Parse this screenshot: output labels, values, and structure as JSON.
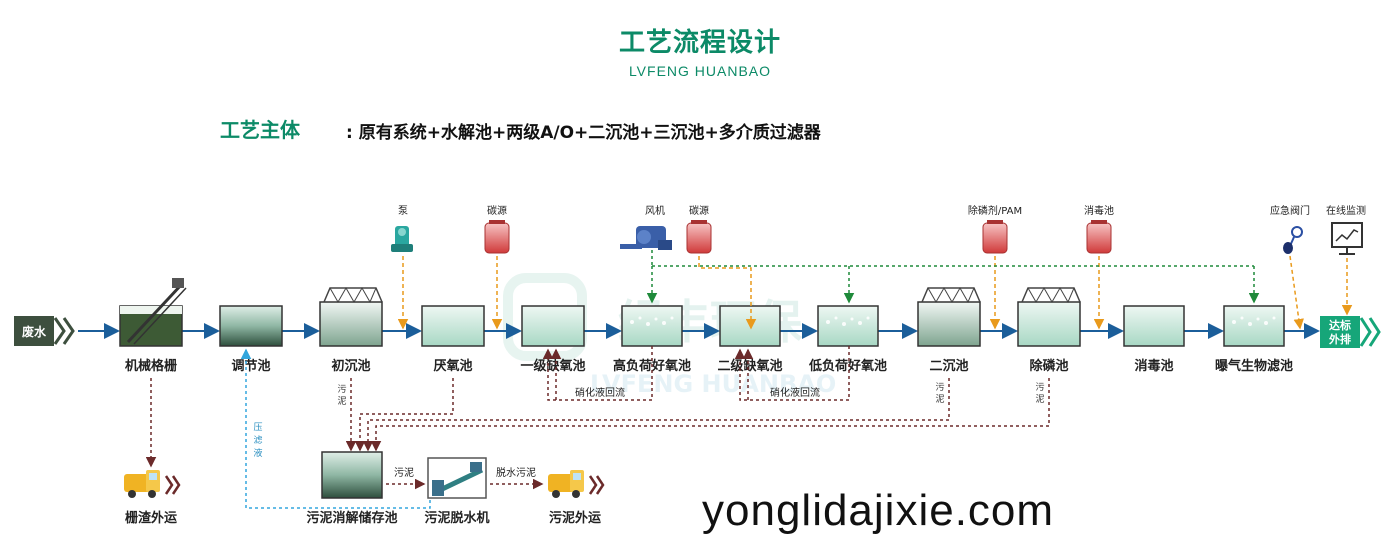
{
  "header": {
    "title": "工艺流程设计",
    "subtitle": "LVFENG HUANBAO"
  },
  "process": {
    "main_label": "工艺主体",
    "main_text": ": 原有系统+水解池+两级A/O+二沉池+三沉池+多介质过滤器"
  },
  "flow": {
    "inlet": "废水",
    "outlet_line1": "达标",
    "outlet_line2": "外排",
    "units": [
      "机械格栅",
      "调节池",
      "初沉池",
      "厌氧池",
      "一级缺氧池",
      "高负荷好氧池",
      "二级缺氧池",
      "低负荷好氧池",
      "二沉池",
      "除磷池",
      "消毒池",
      "曝气生物滤池"
    ],
    "dosing": {
      "pump": "泵",
      "carbon1": "碳源",
      "blower": "风机",
      "carbon2": "碳源",
      "phosphorus": "除磷剂/PAM",
      "disinfect": "消毒池",
      "valve": "应急阀门",
      "monitor": "在线监测"
    },
    "recycle1": "硝化液回流",
    "recycle2": "硝化液回流",
    "sludge_short": "污",
    "sludge_short2": "泥",
    "press_1": "压",
    "press_2": "滤",
    "press_3": "液"
  },
  "sludge": {
    "screen_out": "栅渣外运",
    "storage": "污泥消解储存池",
    "dewater": "污泥脱水机",
    "out": "污泥外运",
    "arrow1": "污泥",
    "arrow2": "脱水污泥"
  },
  "watermark": {
    "cn": "绿丰环保",
    "en": "LVFENG HUANBAO"
  },
  "footer": {
    "website": "yonglidajixie.com"
  }
}
